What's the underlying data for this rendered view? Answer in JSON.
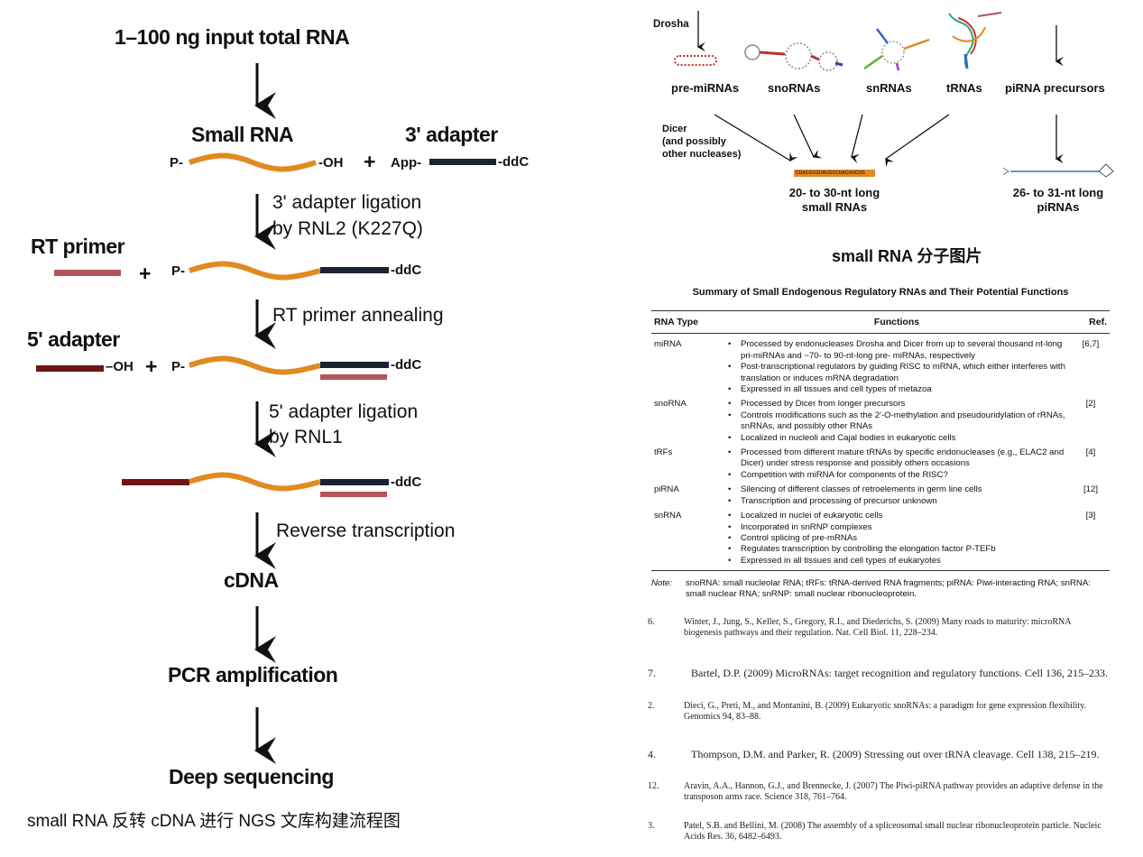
{
  "left": {
    "input": "1–100 ng input total RNA",
    "small_rna": "Small RNA",
    "three_adapter": "3' adapter",
    "p1": "P-",
    "oh1": "-OH",
    "plus": "+",
    "app": "App-",
    "ddc": "-ddC",
    "step_ligation": [
      "3' adapter ligation",
      "by RNL2 (K227Q)"
    ],
    "rt_primer": "RT primer",
    "step_rt_anneal": "RT primer annealing",
    "five_adapter": "5' adapter",
    "oh2": "–OH",
    "step_5lig": [
      "5' adapter ligation",
      "by RNL1"
    ],
    "step_rt": "Reverse transcription",
    "cdna": "cDNA",
    "pcr": "PCR amplification",
    "deep": "Deep sequencing",
    "caption": "small RNA 反转 cDNA 进行 NGS 文库构建流程图"
  },
  "molecules": {
    "drosha": "Drosha",
    "types": [
      "pre-miRNAs",
      "snoRNAs",
      "snRNAs",
      "tRNAs",
      "piRNA precursors"
    ],
    "dicer": [
      "Dicer",
      "(and possibly",
      "other nucleases)"
    ],
    "seq": "CUACGCGUAUGCCUACUUCUG",
    "small_rnas": [
      "20- to 30-nt long",
      "small RNAs"
    ],
    "pirnas": [
      "26- to 31-nt long",
      "piRNAs"
    ],
    "caption": "small RNA 分子图片"
  },
  "table": {
    "title": "Summary of Small Endogenous Regulatory RNAs and Their Potential Functions",
    "headers": [
      "RNA Type",
      "Functions",
      "Ref."
    ],
    "rows": [
      {
        "type": "miRNA",
        "ref": "[6,7]",
        "functions": [
          "Processed by endonucleases Drosha and Dicer from up to several thousand nt-long pri-miRNAs and ~70- to 90-nt-long pre- miRNAs, respectively",
          "Post-transcriptional regulators by guiding RISC to mRNA, which either interferes with translation or induces mRNA degradation",
          "Expressed in all tissues and cell types of metazoa"
        ]
      },
      {
        "type": "snoRNA",
        "ref": "[2]",
        "functions": [
          "Processed by Dicer from longer precursors",
          "Controls modifications such as the 2'-O-methylation and pseudouridylation of rRNAs, snRNAs, and possibly other RNAs",
          "Localized in nucleoli and Cajal bodies in eukaryotic cells"
        ]
      },
      {
        "type": "tRFs",
        "ref": "[4]",
        "functions": [
          "Processed from different mature tRNAs by specific endonucleases (e.g., ELAC2 and Dicer) under stress response and possibly others occasions",
          "Competition with miRNA for components of the RISC?"
        ]
      },
      {
        "type": "piRNA",
        "ref": "[12]",
        "functions": [
          "Silencing of different classes of retroelements in germ line cells",
          "Transcription and processing of precursor unknown"
        ]
      },
      {
        "type": "snRNA",
        "ref": "[3]",
        "functions": [
          "Localized in nuclei of eukaryotic cells",
          "Incorporated in snRNP complexes",
          "Control splicing of pre-mRNAs",
          "Regulates transcription by controlling the elongation factor P-TEFb",
          "Expressed in all tissues and cell types of eukaryotes"
        ]
      }
    ],
    "note_label": "Note:",
    "note": "snoRNA: small nucleolar RNA; tRFs: tRNA-derived RNA fragments; piRNA: Piwi-interacting RNA; snRNA: small nuclear RNA; snRNP: small nuclear ribonucleoprotein."
  },
  "refs": [
    {
      "num": "6.",
      "text1": "Winter, J., Jung, S., Keller, S., Gregory, R.I., and Diederichs, S. (2009) Many roads to maturity: microRNA",
      "text2": "biogenesis pathways and their regulation. Nat. Cell Biol. 11, 228–234."
    },
    {
      "num": "7.",
      "text1": "Bartel, D.P. (2009) MicroRNAs: target recognition and regulatory functions. Cell 136, 215–233.",
      "text2": ""
    },
    {
      "num": "2.",
      "text1": "Dieci, G., Preti, M., and Montanini, B. (2009) Eukaryotic snoRNAs: a paradigm for gene expression flexibility.",
      "text2": "Genomics 94, 83–88."
    },
    {
      "num": "4.",
      "text1": "Thompson, D.M. and Parker, R. (2009) Stressing out over tRNA cleavage. Cell 138, 215–219.",
      "text2": ""
    },
    {
      "num": "12.",
      "text1": "Aravin, A.A., Hannon, G.J., and Brennecke, J. (2007) The Piwi-piRNA pathway provides an adaptive defense in the",
      "text2": "transposon arms race. Science 318, 761–764."
    },
    {
      "num": "3.",
      "text1": "Patel, S.B. and Bellini, M. (2008) The assembly of a spliceosomal small nuclear ribonucleoprotein particle. Nucleic",
      "text2": "Acids Res. 36, 6482–6493."
    }
  ],
  "colors": {
    "rna": "#e08a22",
    "adapter3": "#1b2233",
    "rtprimer": "#b5545a",
    "adapter5": "#6e1414"
  }
}
